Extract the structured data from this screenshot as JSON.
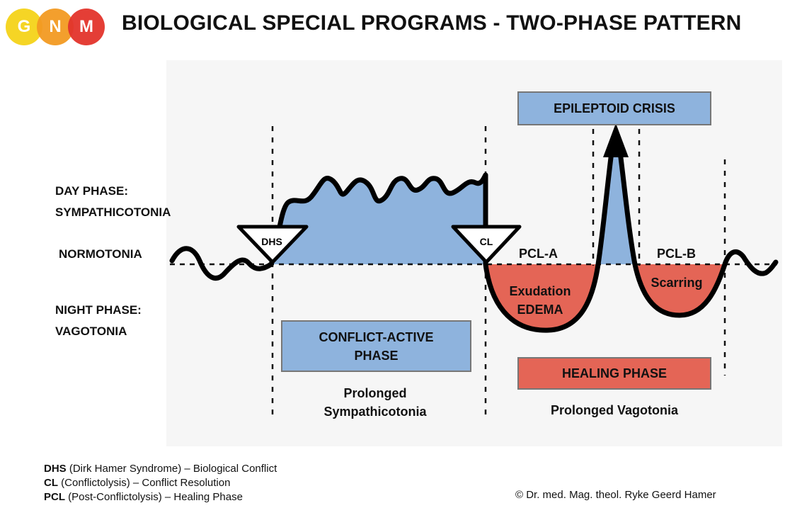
{
  "logo": {
    "letters": [
      "G",
      "N",
      "M"
    ],
    "colors": [
      "#f5d31a",
      "#f39a22",
      "#e3342c"
    ]
  },
  "title": "BIOLOGICAL SPECIAL PROGRAMS - TWO-PHASE PATTERN",
  "side_labels": {
    "day_line1": "DAY PHASE:",
    "day_line2": "SYMPATHICOTONIA",
    "normotonia": "NORMOTONIA",
    "night_line1": "NIGHT PHASE:",
    "night_line2": "VAGOTONIA"
  },
  "markers": {
    "dhs": "DHS",
    "cl": "CL"
  },
  "phase_labels": {
    "pcl_a": "PCL-A",
    "pcl_b": "PCL-B"
  },
  "region_labels": {
    "exudation": "Exudation",
    "edema": "EDEMA",
    "scarring": "Scarring"
  },
  "boxes": {
    "conflict_active_line1": "CONFLICT-ACTIVE",
    "conflict_active_line2": "PHASE",
    "epileptoid_crisis": "EPILEPTOID CRISIS",
    "healing_phase": "HEALING PHASE"
  },
  "sublabels": {
    "prolonged_symp_line1": "Prolonged",
    "prolonged_symp_line2": "Sympathicotonia",
    "prolonged_vago": "Prolonged Vagotonia"
  },
  "legend": [
    {
      "abbr": "DHS",
      "text": "(Dirk Hamer Syndrome) – Biological Conflict"
    },
    {
      "abbr": "CL",
      "text": "(Conflictolysis) – Conflict Resolution"
    },
    {
      "abbr": "PCL",
      "text": "(Post-Conflictolysis) – Healing Phase"
    }
  ],
  "copyright": "© Dr. med. Mag. theol. Ryke Geerd Hamer",
  "colors": {
    "sympathicotonia_fill": "#8eb3dd",
    "vagotonia_fill": "#e46556",
    "curve": "#000000"
  }
}
